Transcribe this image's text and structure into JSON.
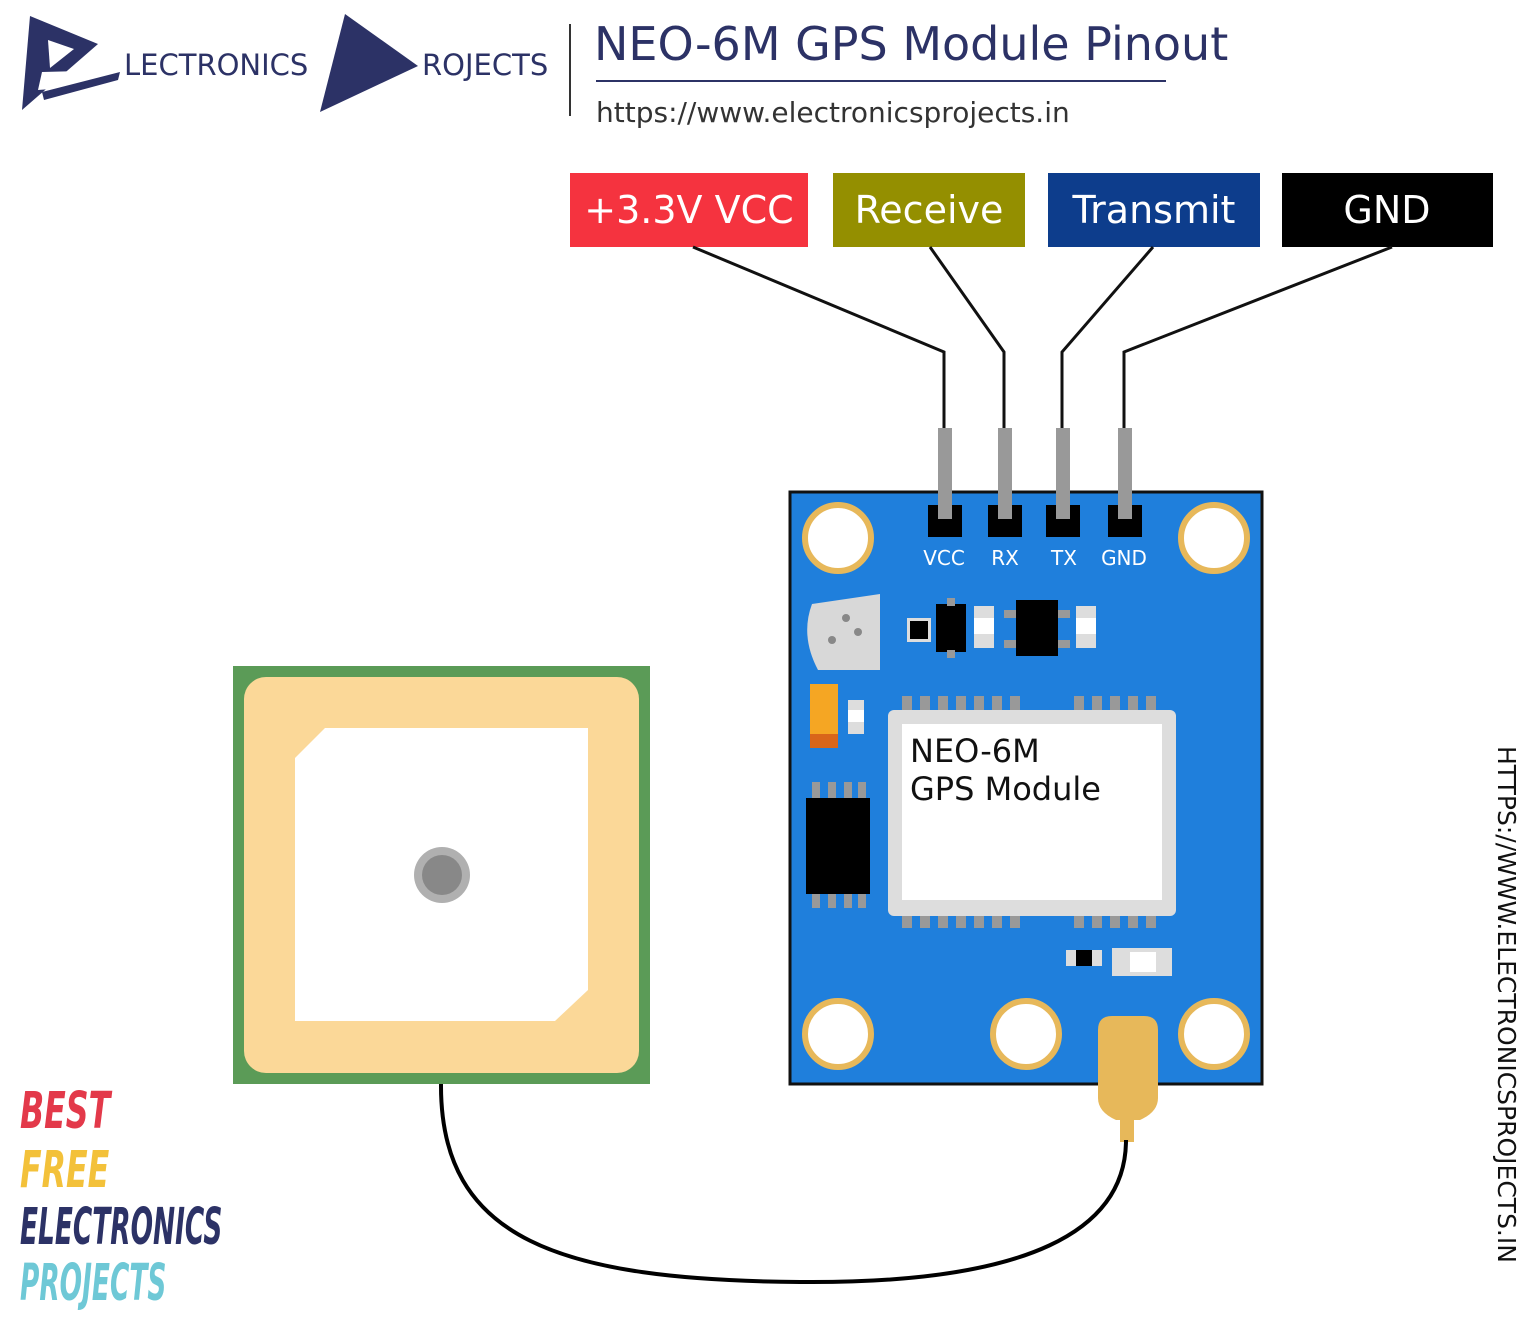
{
  "brand": {
    "word1": "LECTRONICS",
    "word2": "ROJECTS",
    "colors": {
      "dark": "#2c3266",
      "divider": "#333333"
    }
  },
  "header": {
    "title": "NEO-6M GPS Module Pinout",
    "url": "https://www.electronicsprojects.in"
  },
  "pin_labels": [
    {
      "text": "+3.3V VCC",
      "bg": "#f5333f",
      "fg": "#ffffff"
    },
    {
      "text": "Receive",
      "bg": "#948f00",
      "fg": "#ffffff"
    },
    {
      "text": "Transmit",
      "bg": "#0d3d8c",
      "fg": "#ffffff"
    },
    {
      "text": "GND",
      "bg": "#000000",
      "fg": "#ffffff"
    }
  ],
  "board": {
    "pins": [
      "VCC",
      "RX",
      "TX",
      "GND"
    ],
    "chip_line1": "NEO-6M",
    "chip_line2": "GPS Module",
    "colors": {
      "pcb": "#1f7fdc",
      "pad": "#e7b85a",
      "chip": "#000000"
    }
  },
  "antenna": {
    "colors": {
      "border": "#5b9b57",
      "ceramic": "#fbd898",
      "patch": "#ffffff",
      "feed": "#888888"
    }
  },
  "side_url": "HTTPS://WWW.ELECTRONICSPROJECTS.IN",
  "badge": {
    "line1": "BEST",
    "line2": "FREE",
    "line3": "ELECTRONICS",
    "line4": "PROJECTS",
    "colors": [
      "#e3394a",
      "#f3c13a",
      "#2c3266",
      "#6ec8d6"
    ]
  }
}
